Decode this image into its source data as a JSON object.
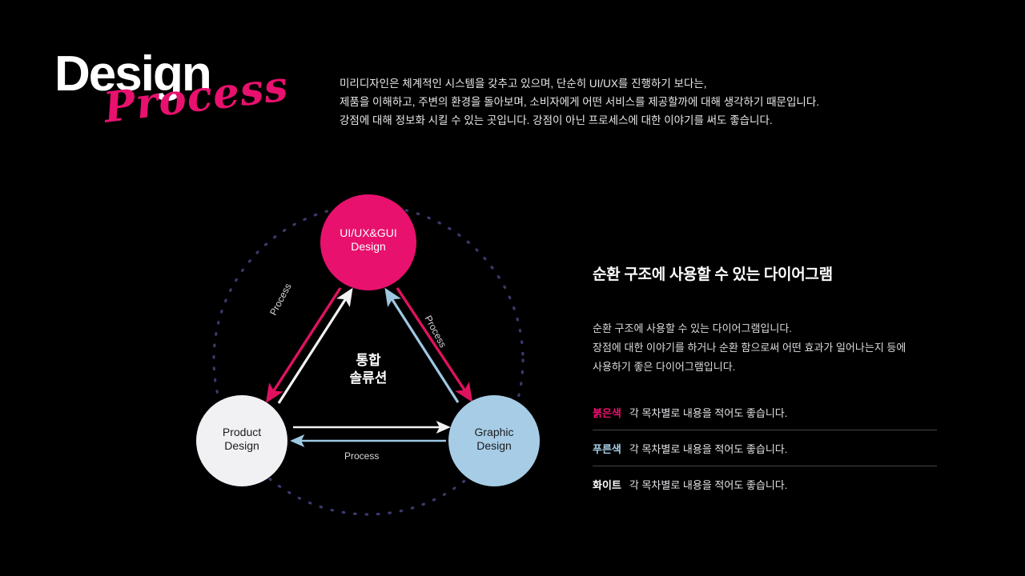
{
  "title": {
    "main": "Design",
    "script": "Process"
  },
  "header": {
    "paragraph": "미리디자인은 체계적인 시스템을 갖추고 있으며, 단순히 UI/UX를 진행하기 보다는,\n제품을 이해하고, 주변의 환경을 돌아보며, 소비자에게 어떤 서비스를 제공할까에 대해 생각하기 때문입니다.\n강점에 대해 정보화 시킬 수 있는 곳입니다. 강점이 아닌 프로세스에 대한 이야기를 써도 좋습니다."
  },
  "diagram": {
    "nodes": [
      {
        "id": "uiux",
        "label": "UI/UX&GUI\nDesign",
        "color": "#e8116e",
        "text_color": "#ffffff"
      },
      {
        "id": "product",
        "label": "Product\nDesign",
        "color": "#f1f1f4",
        "text_color": "#1b1b1f"
      },
      {
        "id": "graphic",
        "label": "Graphic\nDesign",
        "color": "#a7cde6",
        "text_color": "#1b1b1f"
      }
    ],
    "center_label": "통합\n솔류션",
    "edge_labels": {
      "left": "Process",
      "right": "Process",
      "bottom": "Process"
    },
    "colors": {
      "pink": "#e0125f",
      "white": "#f2f2f4",
      "blue": "#9ec8e2",
      "dotted_ring": "#3a3a6e"
    }
  },
  "info_panel": {
    "heading": "순환 구조에 사용할 수 있는 다이어그램",
    "description": "순환 구조에 사용할 수 있는 다이어그램입니다.\n장점에 대한 이야기를 하거나 순환 함으로써 어떤 효과가 일어나는지 등에\n사용하기 좋은 다이어그램입니다.",
    "legend": [
      {
        "key": "붉은색",
        "key_color": "#e8116e",
        "text": "각 목차별로 내용을 적어도 좋습니다."
      },
      {
        "key": "푸른색",
        "key_color": "#a7cde6",
        "text": "각 목차별로 내용을 적어도 좋습니다."
      },
      {
        "key": "화이트",
        "key_color": "#ffffff",
        "text": "각 목차별로 내용을 적어도 좋습니다."
      }
    ]
  }
}
